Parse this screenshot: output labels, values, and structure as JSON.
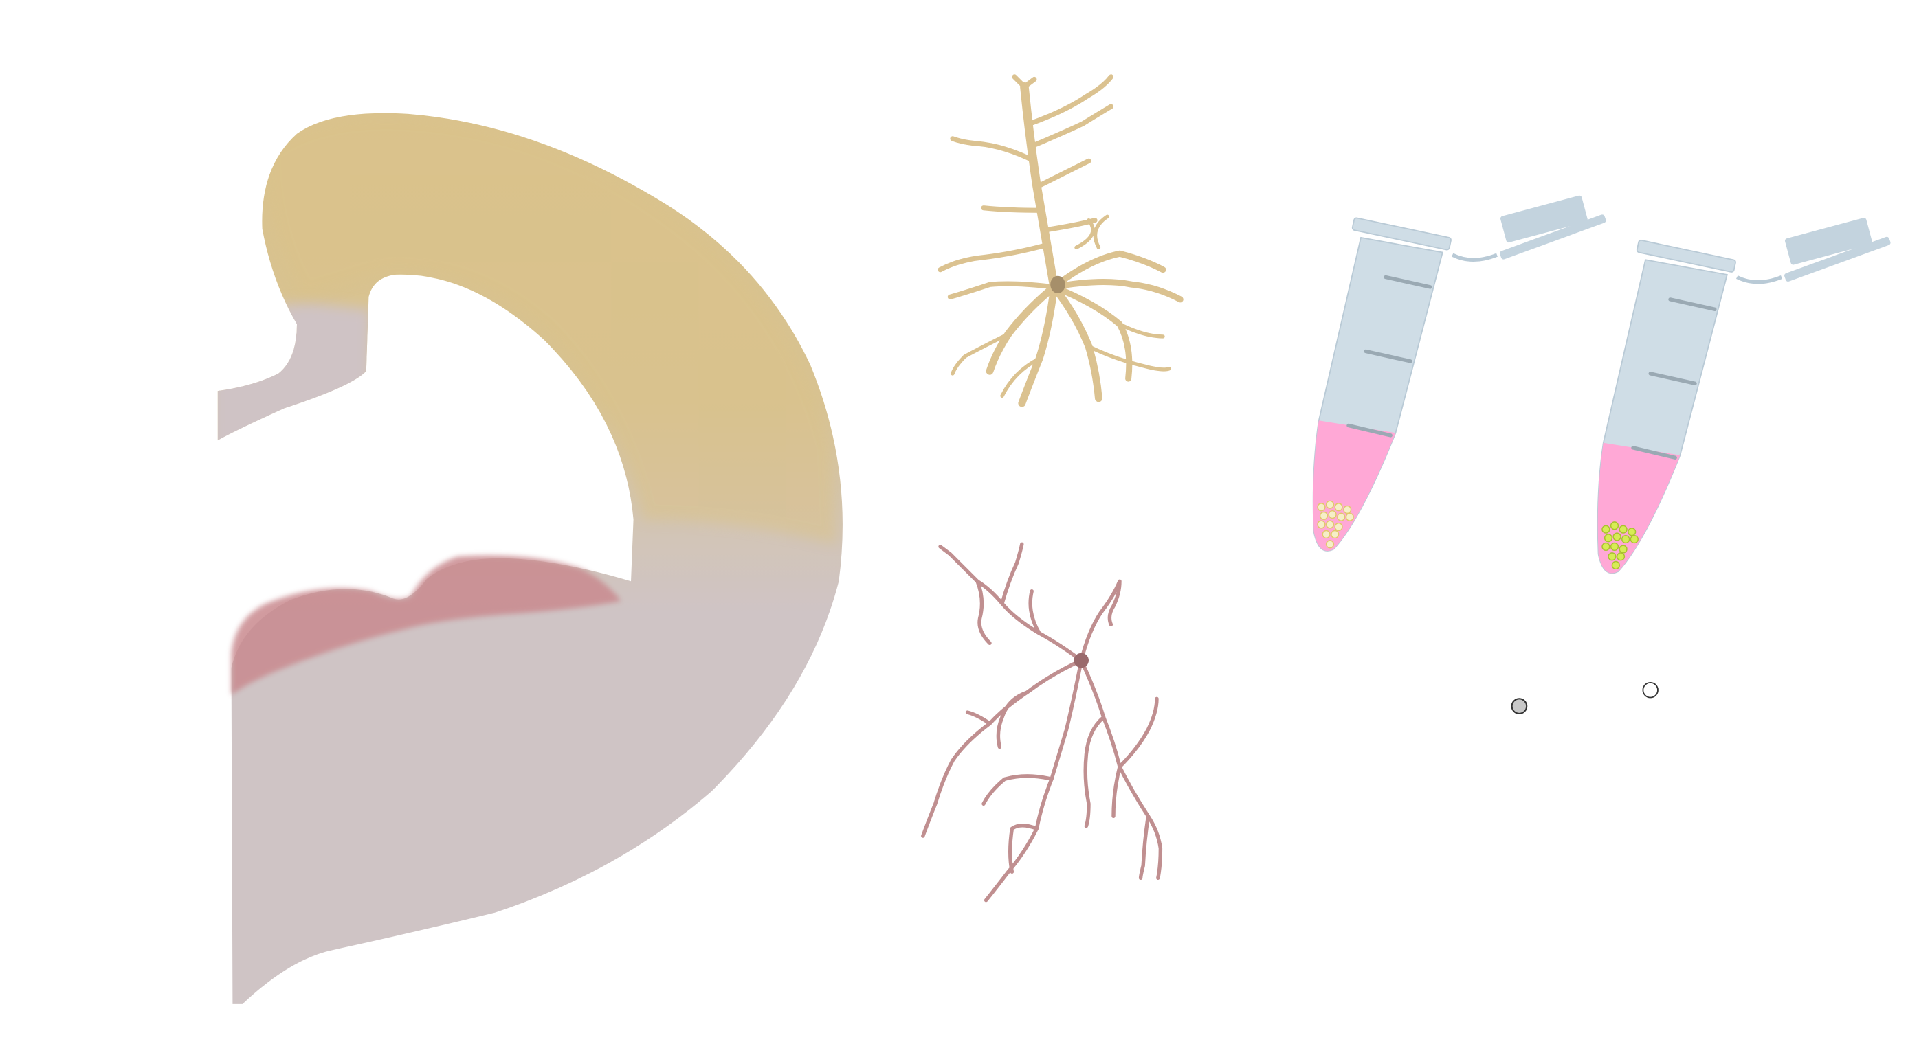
{
  "colors": {
    "background": "#ffffff",
    "cortex": "#d9c28c",
    "tissue": "#cfc3c5",
    "striatum": "#c98a8f",
    "pyramidal_neuron": "#dbc290",
    "pyramidal_soma": "#a68f6a",
    "interneuron": "#c08f90",
    "interneuron_soma": "#9a6a6c",
    "tube_body": "#cfdde6",
    "tube_outline": "#b9cad6",
    "tube_mark": "#9aa9b3",
    "tube_liquid": "#ffa8d6",
    "cells_pale": "#f6eec8",
    "cells_green": "#d7ec55",
    "radio_filled": "#c8c8c8",
    "radio_empty": "#ffffff"
  },
  "icons": {
    "brain_slice": "brain-section-illustration",
    "neuron_top": "pyramidal-neuron-icon",
    "neuron_bottom": "interneuron-icon",
    "tube_left": "microcentrifuge-tube-icon",
    "tube_right": "microcentrifuge-tube-icon"
  },
  "radio": {
    "left_state": "selected",
    "right_state": "unselected"
  }
}
